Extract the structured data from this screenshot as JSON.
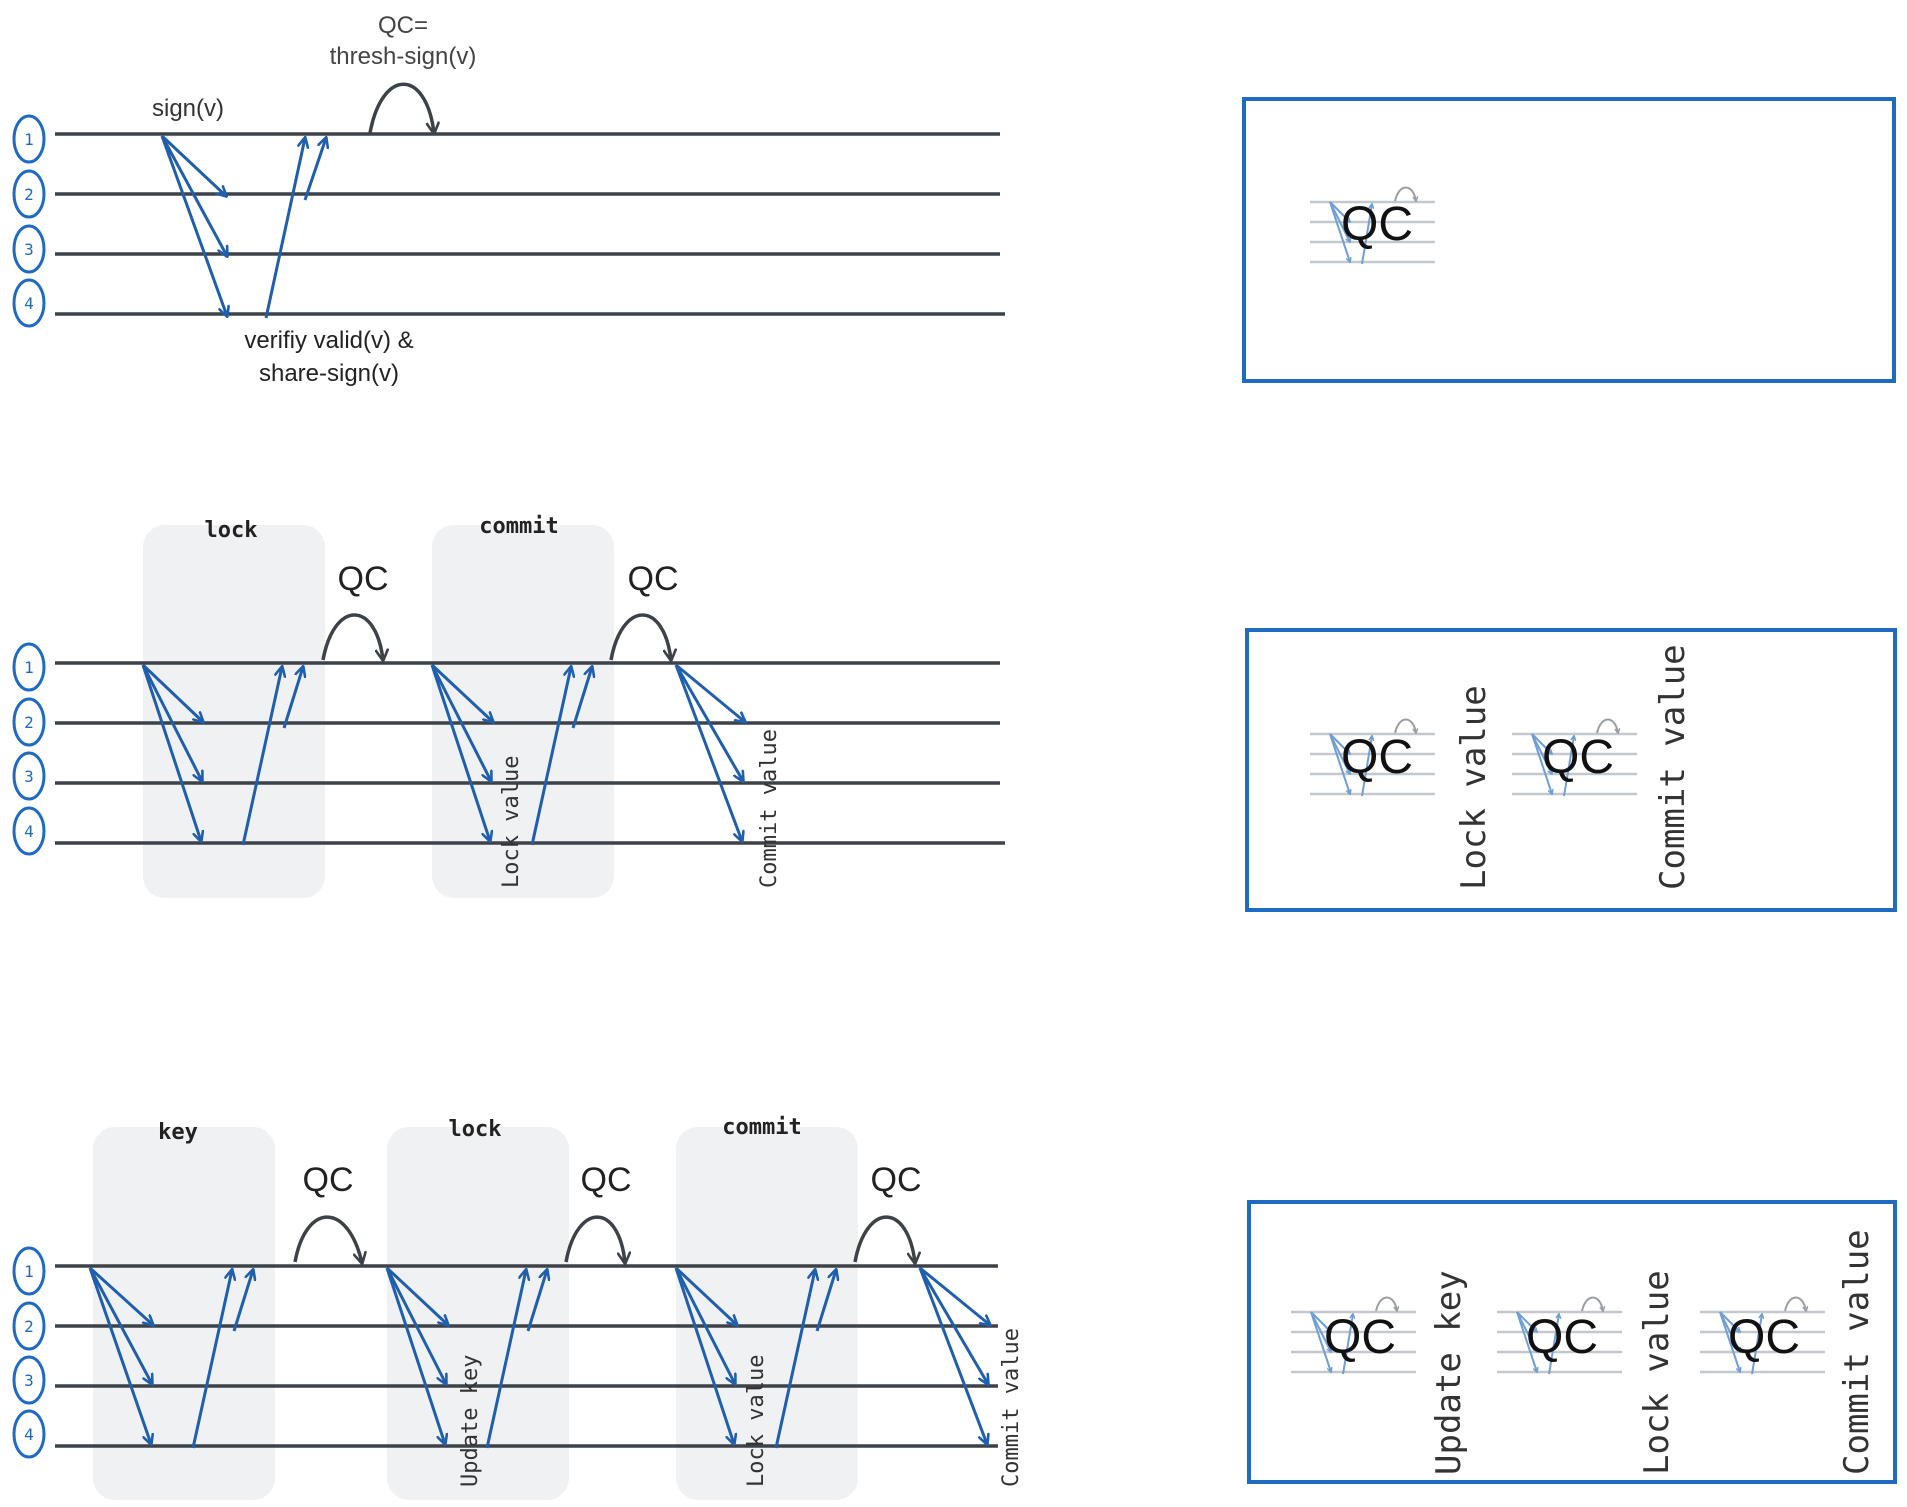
{
  "colors": {
    "line": "#3d4249",
    "arrow": "#1f5fad",
    "phase_bg": "#f0f1f3",
    "box_border": "#1f6ac2",
    "mini_line": "#c4c7cc",
    "mini_arrow": "#6f9fd4",
    "text": "#222222"
  },
  "replica_labels": [
    "1",
    "2",
    "3",
    "4"
  ],
  "diagram1": {
    "label_sign": "sign(v)",
    "label_qc_line1": "QC=",
    "label_qc_line2": "thresh-sign(v)",
    "label_verify_line1": "verifiy valid(v) &",
    "label_verify_line2": "share-sign(v)"
  },
  "diagram2": {
    "phase_lock": "lock",
    "phase_commit": "commit",
    "qc1": "QC",
    "qc2": "QC",
    "vertical_lock_value": "Lock value",
    "vertical_commit_value": "Commit value"
  },
  "diagram3": {
    "phase_key": "key",
    "phase_lock": "lock",
    "phase_commit": "commit",
    "qc1": "QC",
    "qc2": "QC",
    "qc3": "QC",
    "vertical_update_key": "Update key",
    "vertical_lock_value": "Lock value",
    "vertical_commit_value": "Commit value"
  },
  "summary_box1": {
    "qc": "QC"
  },
  "summary_box2": {
    "qc1": "QC",
    "label1": "Lock value",
    "qc2": "QC",
    "label2": "Commit value"
  },
  "summary_box3": {
    "qc1": "QC",
    "label1": "Update key",
    "qc2": "QC",
    "label2": "Lock value",
    "qc3": "QC",
    "label3": "Commit value"
  }
}
